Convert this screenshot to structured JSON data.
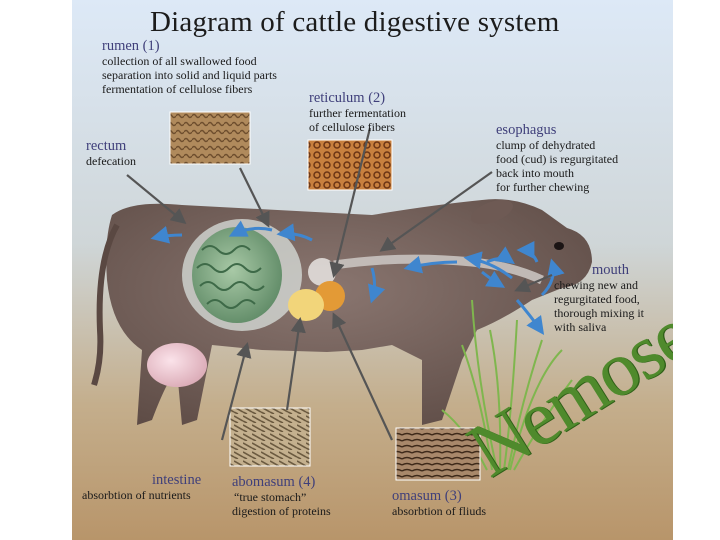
{
  "title": "Diagram of cattle digestive system",
  "watermark": "Nemose",
  "labels": {
    "rumen": {
      "heading": "rumen (1)",
      "lines": [
        "collection of all swallowed food",
        "separation into solid and liquid parts",
        "fermentation of cellulose fibers"
      ]
    },
    "reticulum": {
      "heading": "reticulum (2)",
      "lines": [
        "further fermentation",
        "of cellulose fibers"
      ]
    },
    "rectum": {
      "heading": "rectum",
      "lines": [
        "defecation"
      ]
    },
    "esophagus": {
      "heading": "esophagus",
      "lines": [
        "clump of dehydrated",
        "food (cud) is regurgitated",
        "back into mouth",
        "for further chewing"
      ]
    },
    "mouth": {
      "heading": "mouth",
      "lines": [
        "chewing new and",
        "regurgitated food,",
        "thorough mixing it",
        "with saliva"
      ]
    },
    "intestine": {
      "heading": "intestine",
      "lines": [
        "absorbtion of nutrients"
      ]
    },
    "abomasum": {
      "heading": "abomasum (4)",
      "lines": [
        "“true stomach”",
        "digestion of proteins"
      ]
    },
    "omasum": {
      "heading": "omasum (3)",
      "lines": [
        "absorbtion of fliuds"
      ]
    }
  },
  "colors": {
    "background_top": "#dde9f7",
    "background_bottom": "#b8956a",
    "cow_body": "#7a6660",
    "rumen_tissue": "#7fa783",
    "abomasum": "#e39a36",
    "omasum": "#f2d57a",
    "flow_arrows": "#4a8fd0",
    "heading_text": "#3f3f7a",
    "watermark": "#4f8a2c"
  }
}
